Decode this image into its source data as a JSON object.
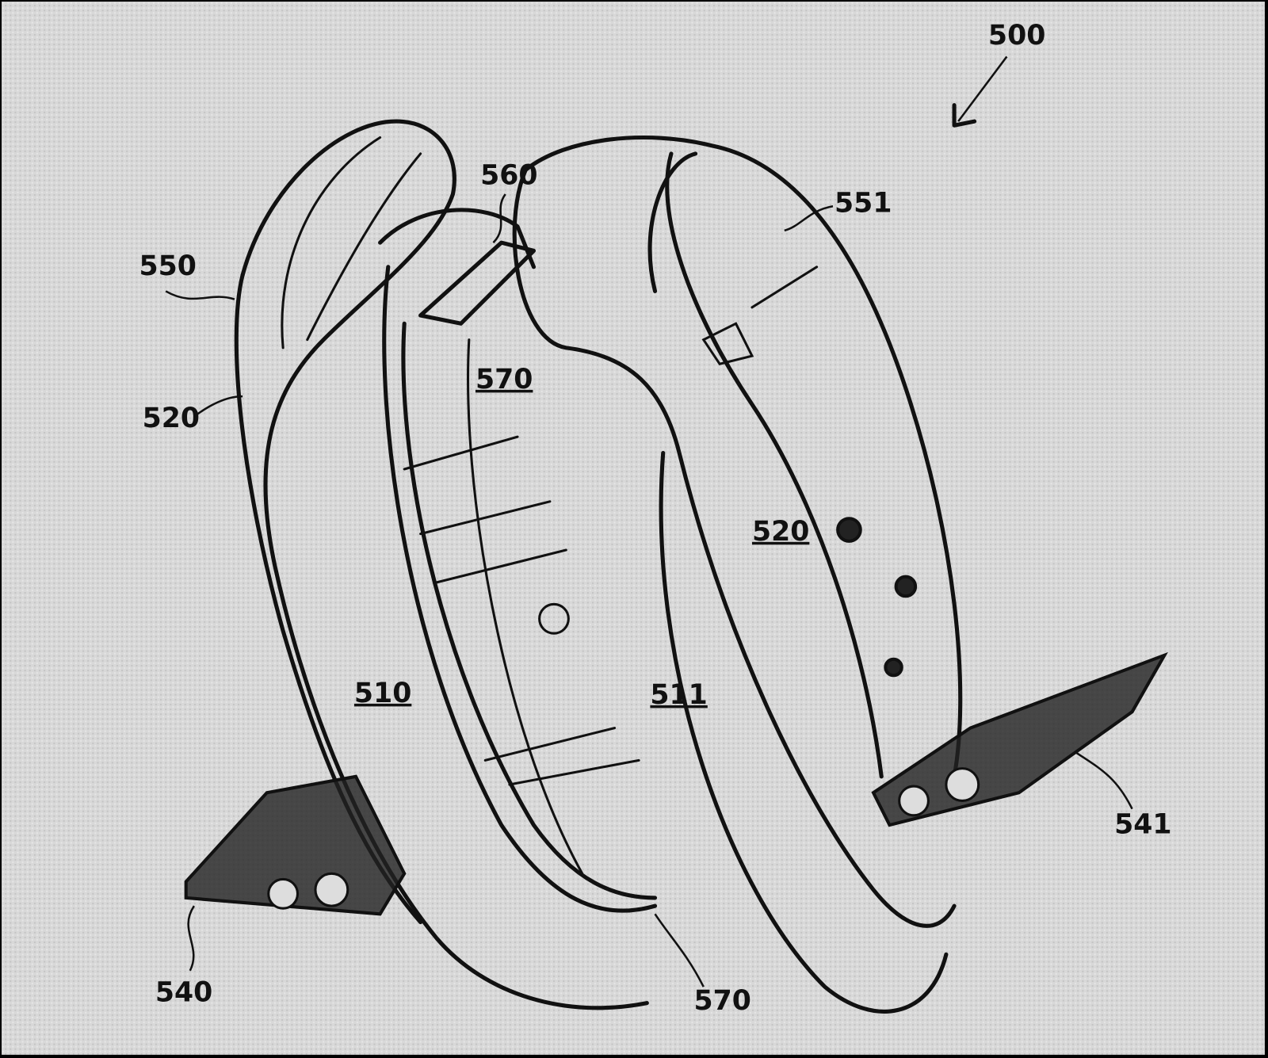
{
  "figure": {
    "reference_numeral": "500",
    "labels": {
      "body_left": "510",
      "body_right": "511",
      "shell_left": "520",
      "shell_right": "520",
      "pedal_left": "540",
      "pedal_right": "541",
      "handle_left": "550",
      "handle_right": "551",
      "connector": "560",
      "tire_top": "570",
      "tire_bottom": "570"
    }
  }
}
